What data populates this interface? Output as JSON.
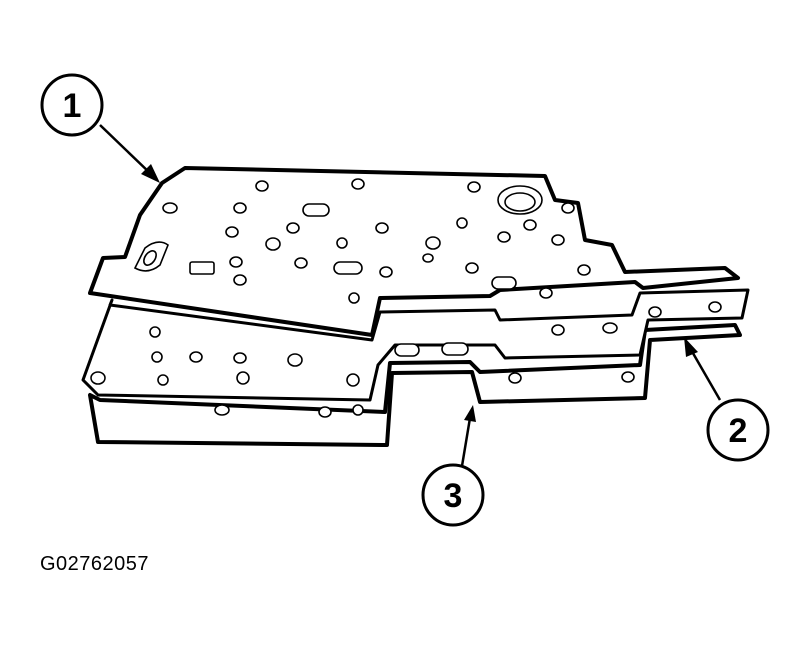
{
  "figure_code": "G02762057",
  "callouts": [
    {
      "id": "callout-1",
      "label": "1"
    },
    {
      "id": "callout-2",
      "label": "2"
    },
    {
      "id": "callout-3",
      "label": "3"
    }
  ],
  "colors": {
    "ink": "#000000",
    "paper": "#ffffff"
  }
}
